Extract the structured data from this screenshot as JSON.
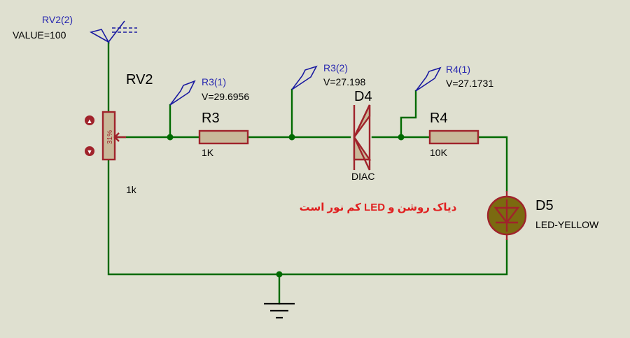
{
  "components": {
    "rv2": {
      "probe_name": "RV2(2)",
      "probe_value": "VALUE=100",
      "ref": "RV2",
      "value": "1k",
      "wiper_text": "31%"
    },
    "r3": {
      "ref": "R3",
      "value": "1K",
      "probe_name": "R3(1)",
      "probe_value": "V=29.6956"
    },
    "d4": {
      "ref": "D4",
      "type": "DIAC",
      "probe_name": "R3(2)",
      "probe_value": "V=27.198"
    },
    "r4": {
      "ref": "R4",
      "value": "10K",
      "probe_name": "R4(1)",
      "probe_value": "V=27.1731"
    },
    "d5": {
      "ref": "D5",
      "type": "LED-YELLOW"
    }
  },
  "note": "دیاک روشن و LED کم نور است",
  "colors": {
    "background": "#dfe0d0",
    "wire": "#006a00",
    "component": "#a0232b",
    "probe": "#2727b0",
    "note": "#e02020",
    "led_body": "#7b6a10"
  }
}
